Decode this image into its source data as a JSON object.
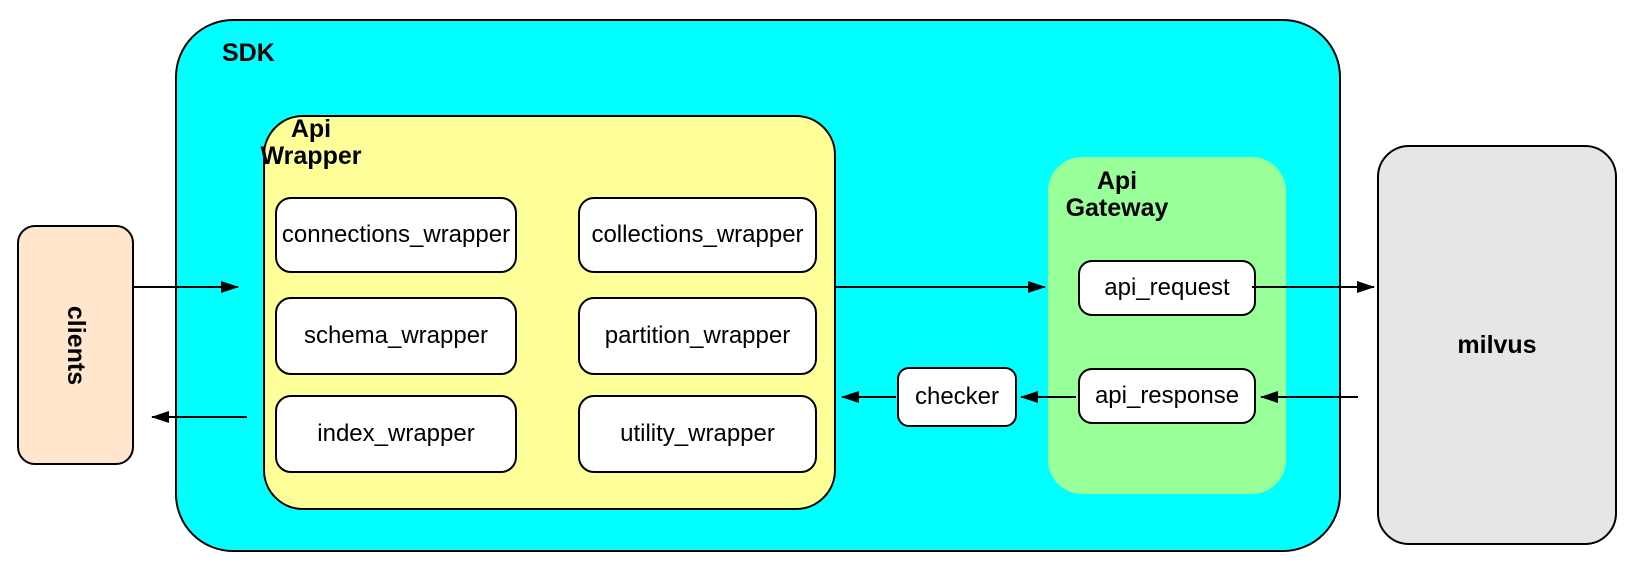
{
  "diagram": {
    "clients": {
      "label": "clients",
      "fill": "#FFE6CC"
    },
    "sdk": {
      "label": "SDK",
      "fill": "#00FFFF",
      "api_wrapper": {
        "label_lines": [
          "Api",
          "Wrapper"
        ],
        "fill": "#FFFF99",
        "boxes": [
          "connections_wrapper",
          "collections_wrapper",
          "schema_wrapper",
          "partition_wrapper",
          "index_wrapper",
          "utility_wrapper"
        ]
      },
      "checker": {
        "label": "checker"
      },
      "api_gateway": {
        "label_lines": [
          "Api",
          "Gateway"
        ],
        "fill": "#99FF99",
        "boxes": [
          "api_request",
          "api_response"
        ]
      }
    },
    "milvus": {
      "label": "milvus",
      "fill": "#E6E6E6"
    },
    "connections": [
      {
        "from": "clients",
        "to": "sdk"
      },
      {
        "from": "api_wrapper",
        "to": "clients"
      },
      {
        "from": "api_wrapper",
        "to": "api_gateway"
      },
      {
        "from": "api_request",
        "to": "milvus"
      },
      {
        "from": "milvus",
        "to": "api_response"
      },
      {
        "from": "api_response",
        "to": "checker"
      },
      {
        "from": "checker",
        "to": "api_wrapper"
      }
    ],
    "edge_color": "#000000"
  }
}
